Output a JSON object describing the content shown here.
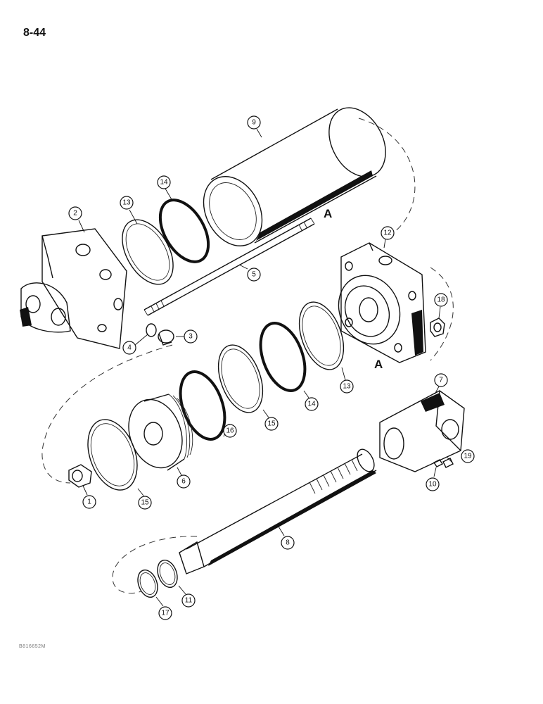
{
  "page_number": "8-44",
  "figure_code": "B816652M",
  "reference_marks": [
    "A",
    "A"
  ],
  "callouts": [
    "9",
    "14",
    "13",
    "2",
    "5",
    "12",
    "4",
    "3",
    "18",
    "13",
    "14",
    "15",
    "16",
    "7",
    "15",
    "6",
    "1",
    "19",
    "10",
    "8",
    "11",
    "17"
  ]
}
